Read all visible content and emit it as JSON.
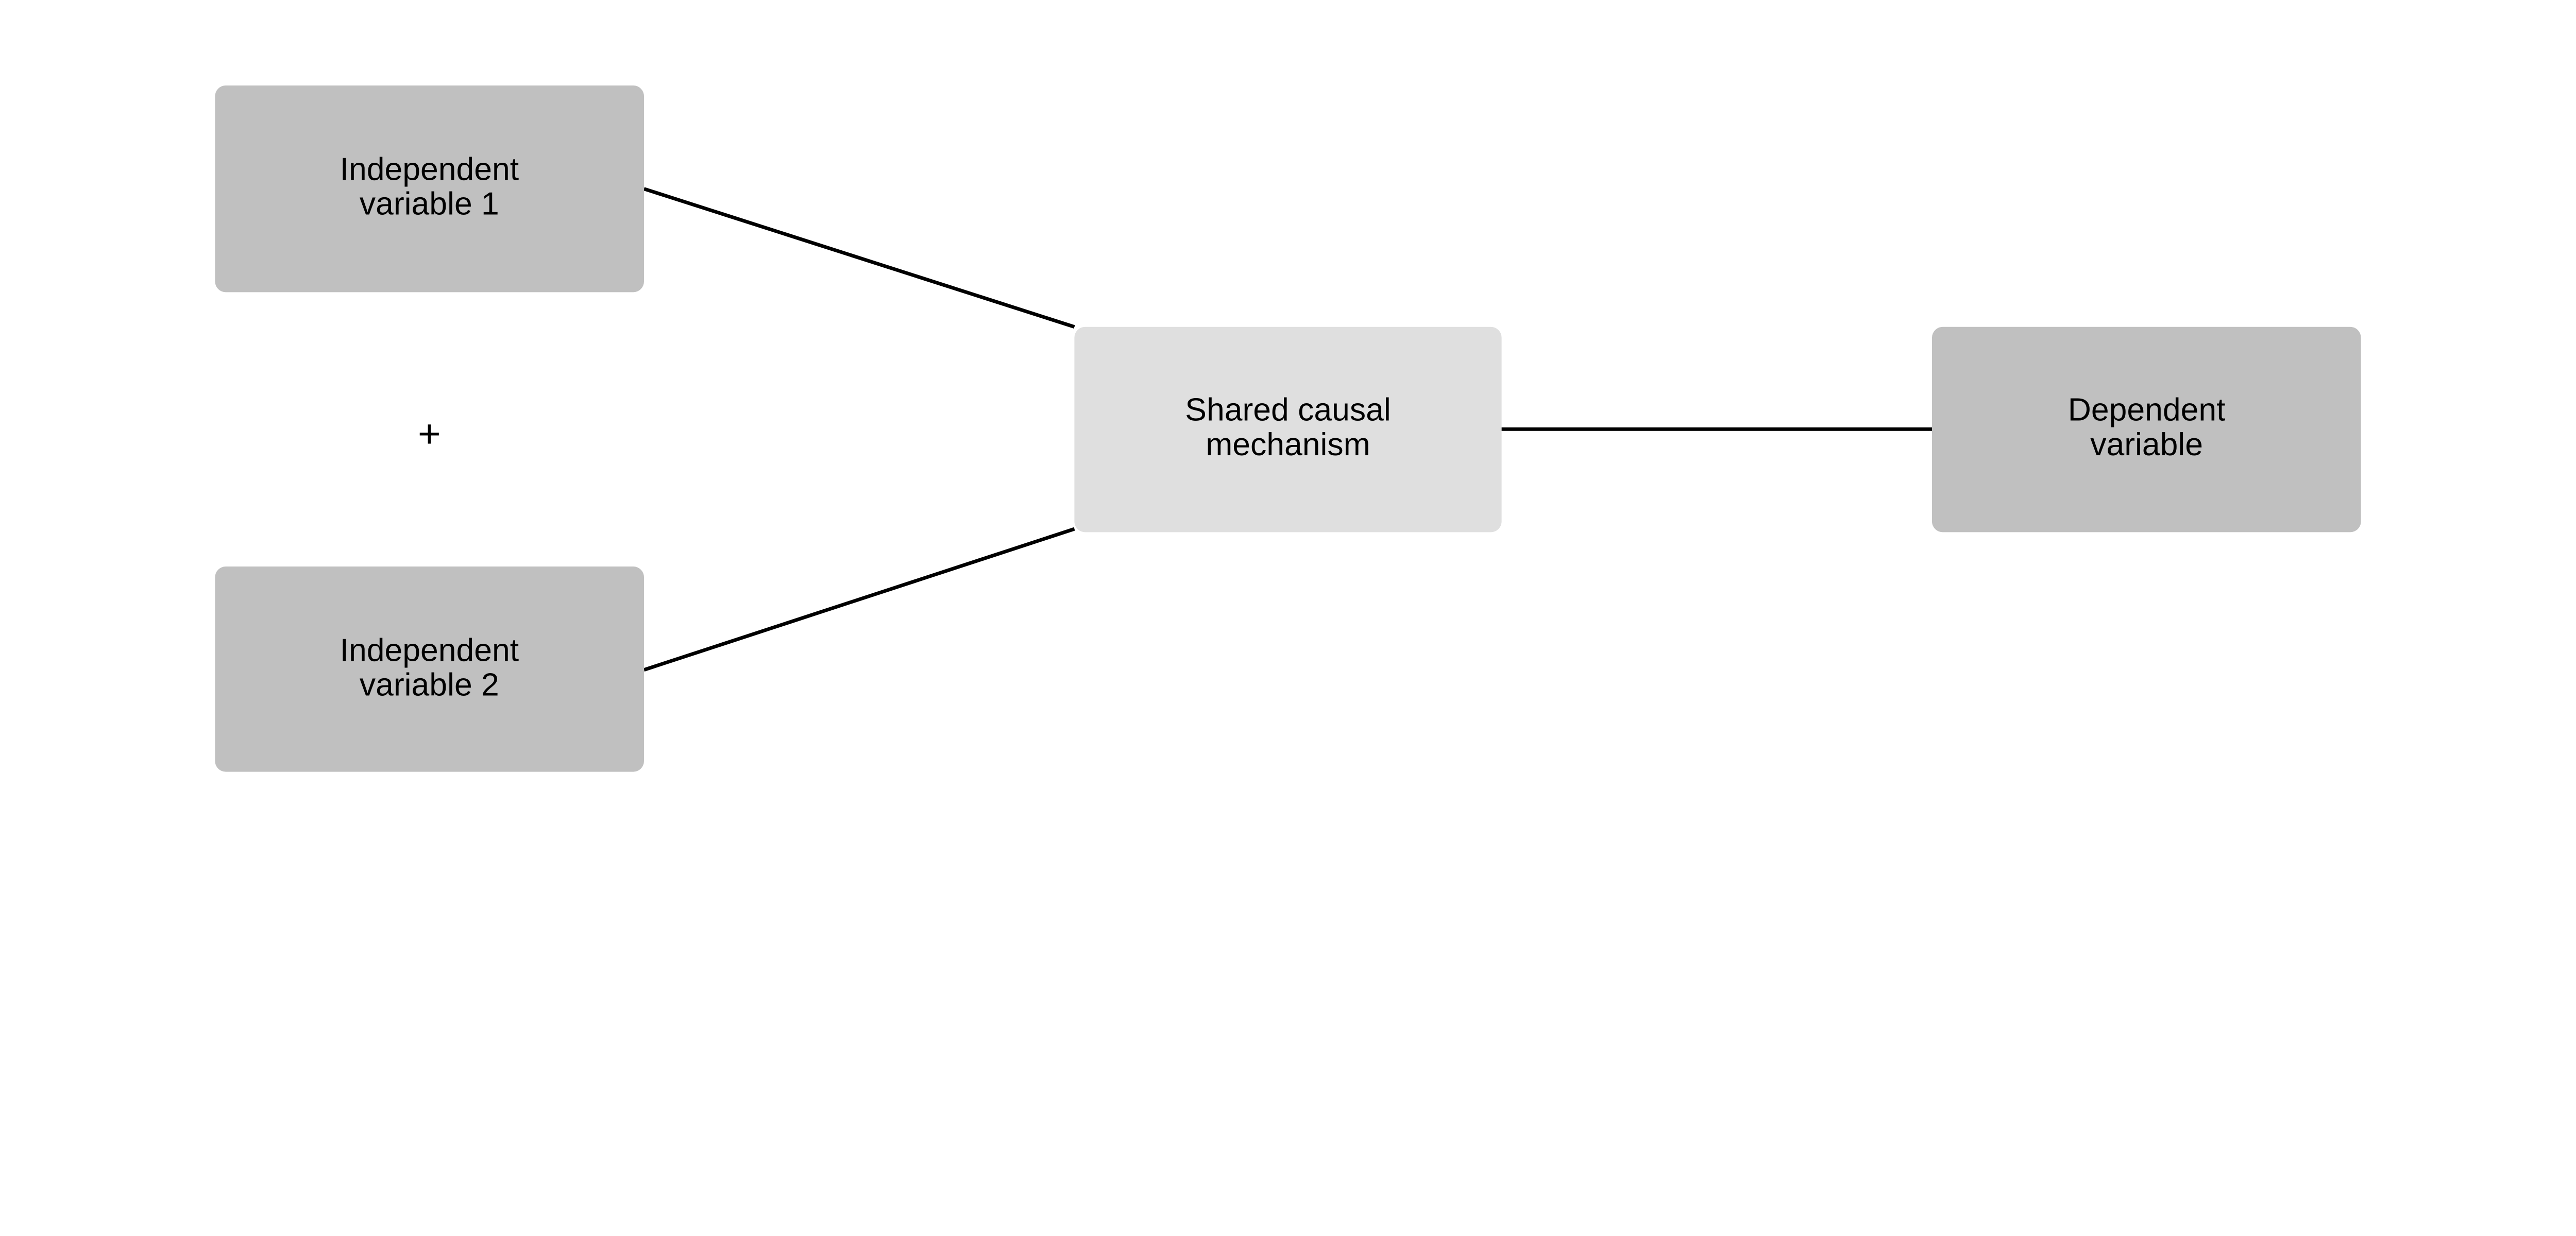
{
  "nodes": {
    "iv1": {
      "lines": [
        "Independent",
        "variable 1"
      ],
      "color": "#c0c0c0"
    },
    "iv2": {
      "lines": [
        "Independent",
        "variable 2"
      ],
      "color": "#c0c0c0"
    },
    "mechanism": {
      "lines": [
        "Shared causal",
        "mechanism"
      ],
      "color": "#dfdfdf"
    },
    "dv": {
      "lines": [
        "Dependent",
        "variable"
      ],
      "color": "#c0c0c0"
    }
  },
  "operator": "+",
  "edges": [
    {
      "from": "iv1",
      "to": "mechanism"
    },
    {
      "from": "iv2",
      "to": "mechanism"
    },
    {
      "from": "mechanism",
      "to": "dv"
    }
  ]
}
